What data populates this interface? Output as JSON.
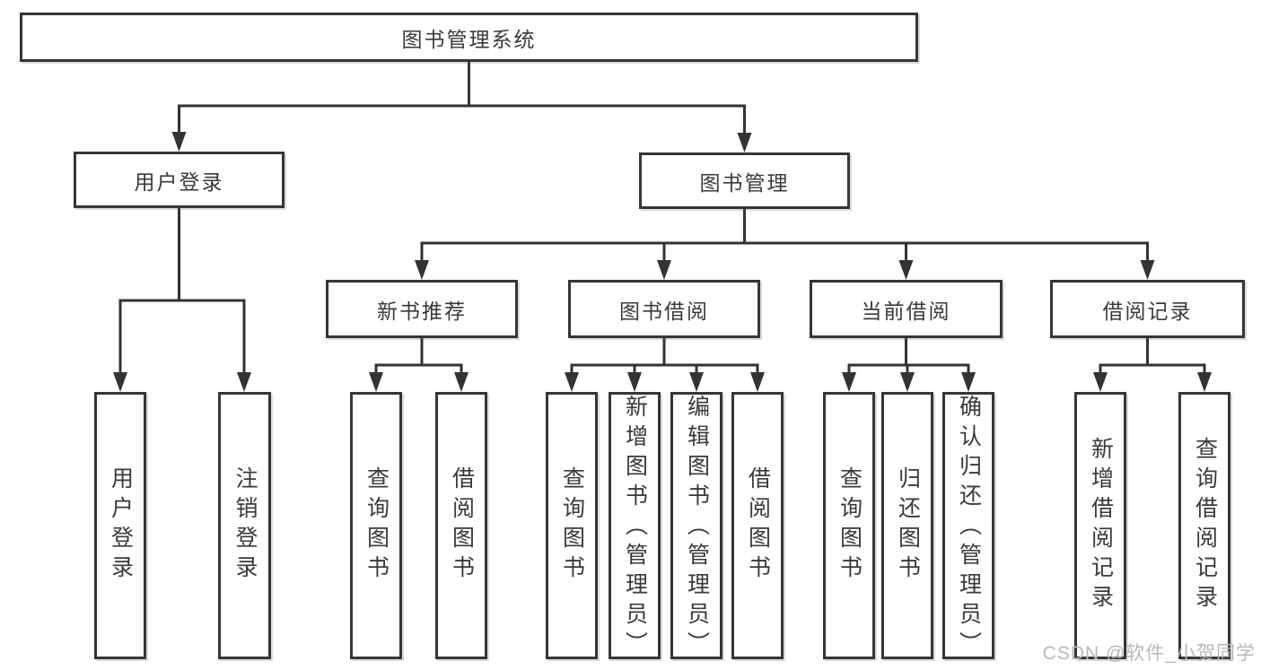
{
  "tree": {
    "root": {
      "label": "图书管理系统"
    },
    "branches": [
      {
        "label": "用户登录",
        "children": [
          {
            "label": "用户登录"
          },
          {
            "label": "注销登录"
          }
        ]
      },
      {
        "label": "图书管理",
        "children": [
          {
            "label": "新书推荐",
            "children": [
              {
                "label": "查询图书"
              },
              {
                "label": "借阅图书"
              }
            ]
          },
          {
            "label": "图书借阅",
            "children": [
              {
                "label": "查询图书"
              },
              {
                "label": "新增图书（管理员）"
              },
              {
                "label": "编辑图书（管理员）"
              },
              {
                "label": "借阅图书"
              }
            ]
          },
          {
            "label": "当前借阅",
            "children": [
              {
                "label": "查询图书"
              },
              {
                "label": "归还图书"
              },
              {
                "label": "确认归还（管理员）"
              }
            ]
          },
          {
            "label": "借阅记录",
            "children": [
              {
                "label": "新增借阅记录"
              },
              {
                "label": "查询借阅记录"
              }
            ]
          }
        ]
      }
    ]
  },
  "watermark": {
    "text": "CSDN @软件_小贺同学"
  },
  "colors": {
    "line": "#333333",
    "box_border": "#363636",
    "box_background": "#ffffff",
    "text": "#3a3a3a",
    "watermark": "#b9b9b9"
  }
}
